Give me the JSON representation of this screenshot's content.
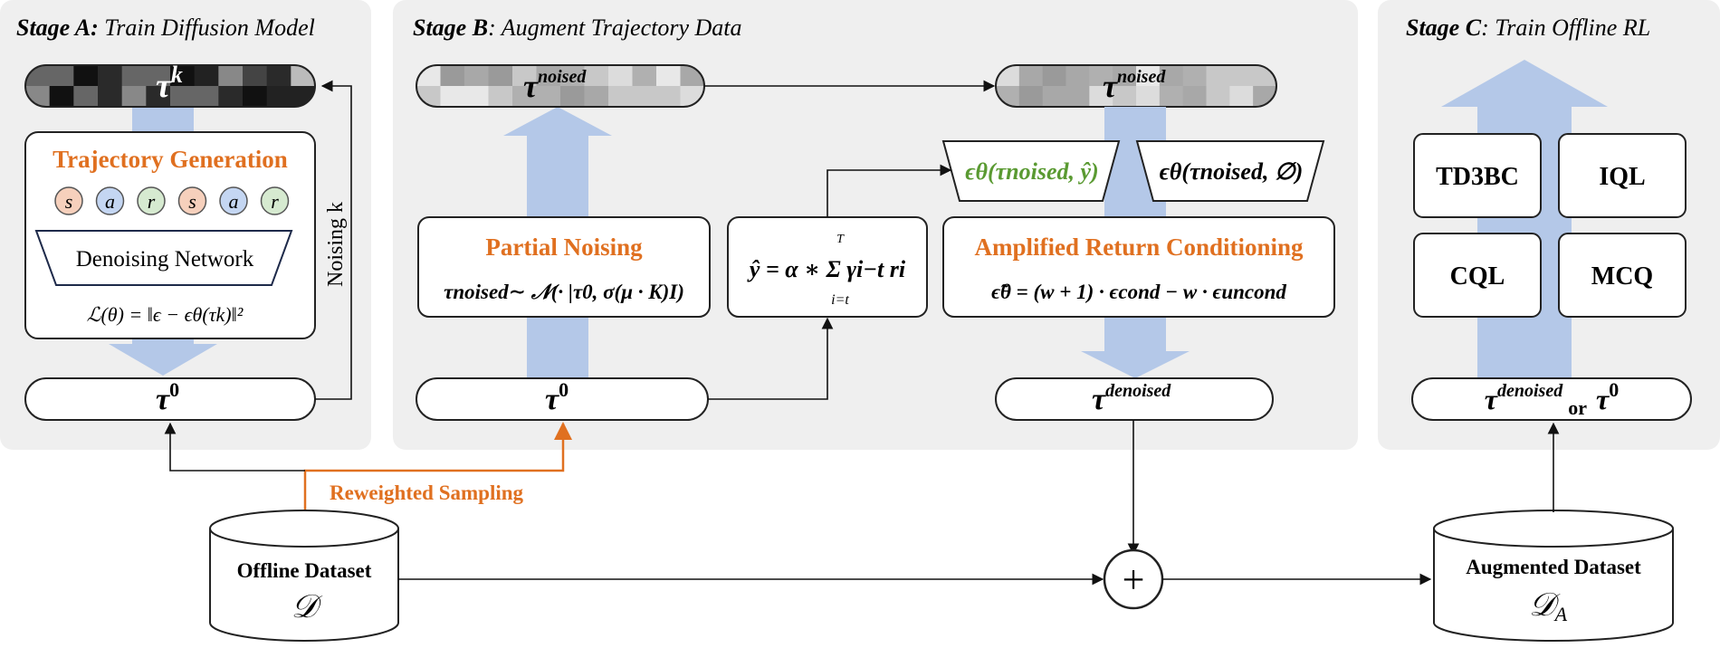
{
  "stage_a": {
    "title_bold": "Stage A:",
    "title_rest": " Train Diffusion Model",
    "tau_k": "τ",
    "tau_k_sup": "k",
    "generation_title": "Trajectory Generation",
    "tokens": [
      "s",
      "a",
      "r",
      "s",
      "a",
      "r"
    ],
    "denoiser_label": "Denoising Network",
    "loss": "ℒ(θ) = ‖ϵ − ϵθ(τk)‖²",
    "noising_label": "Noising k",
    "tau_0": "τ",
    "tau_0_sup": "0"
  },
  "stage_b": {
    "title_bold": "Stage B",
    "title_rest": ": Augment Trajectory Data",
    "tau_noised_left": "τ",
    "tau_noised_left_sup": "noised",
    "tau_noised_right": "τ",
    "tau_noised_right_sup": "noised",
    "eps_cond": "ϵθ(τnoised, ŷ)",
    "eps_uncond": "ϵθ(τnoised, ∅)",
    "partial_noising_title": "Partial Noising",
    "partial_noising_formula": "τnoised∼ 𝒩(· |τ0, σ(μ · K)I)",
    "return_formula": "ŷ = α ∗ Σ γi−t ri",
    "return_sum_top": "T",
    "return_sum_bottom": "i=t",
    "amplified_title": "Amplified Return Conditioning",
    "amplified_formula": "ϵ̃θ = (w + 1) · ϵcond − w · ϵuncond",
    "tau_0": "τ",
    "tau_0_sup": "0",
    "tau_denoised": "τ",
    "tau_denoised_sup": "denoised"
  },
  "stage_c": {
    "title_bold": "Stage C",
    "title_rest": ": Train Offline RL",
    "algorithms": [
      "TD3BC",
      "IQL",
      "CQL",
      "MCQ"
    ],
    "input_tau1": "τ",
    "input_tau1_sup": "denoised",
    "input_or": "or",
    "input_tau2": "τ",
    "input_tau2_sup": "0"
  },
  "bottom": {
    "reweighted_label": "Reweighted Sampling",
    "offline_dataset_label": "Offline Dataset",
    "offline_dataset_symbol": "𝒟",
    "augmented_dataset_label": "Augmented Dataset",
    "augmented_dataset_symbol": "𝒟",
    "augmented_dataset_sub": "A",
    "merge_symbol": "+"
  },
  "colors": {
    "panel_bg": "#efefef",
    "accent_orange": "#e07020",
    "accent_green": "#5a9a32",
    "arrow_blue": "#b4c8e8",
    "token_s": "#f6d0bc",
    "token_a": "#c4d6f2",
    "token_r": "#d6ead0"
  }
}
